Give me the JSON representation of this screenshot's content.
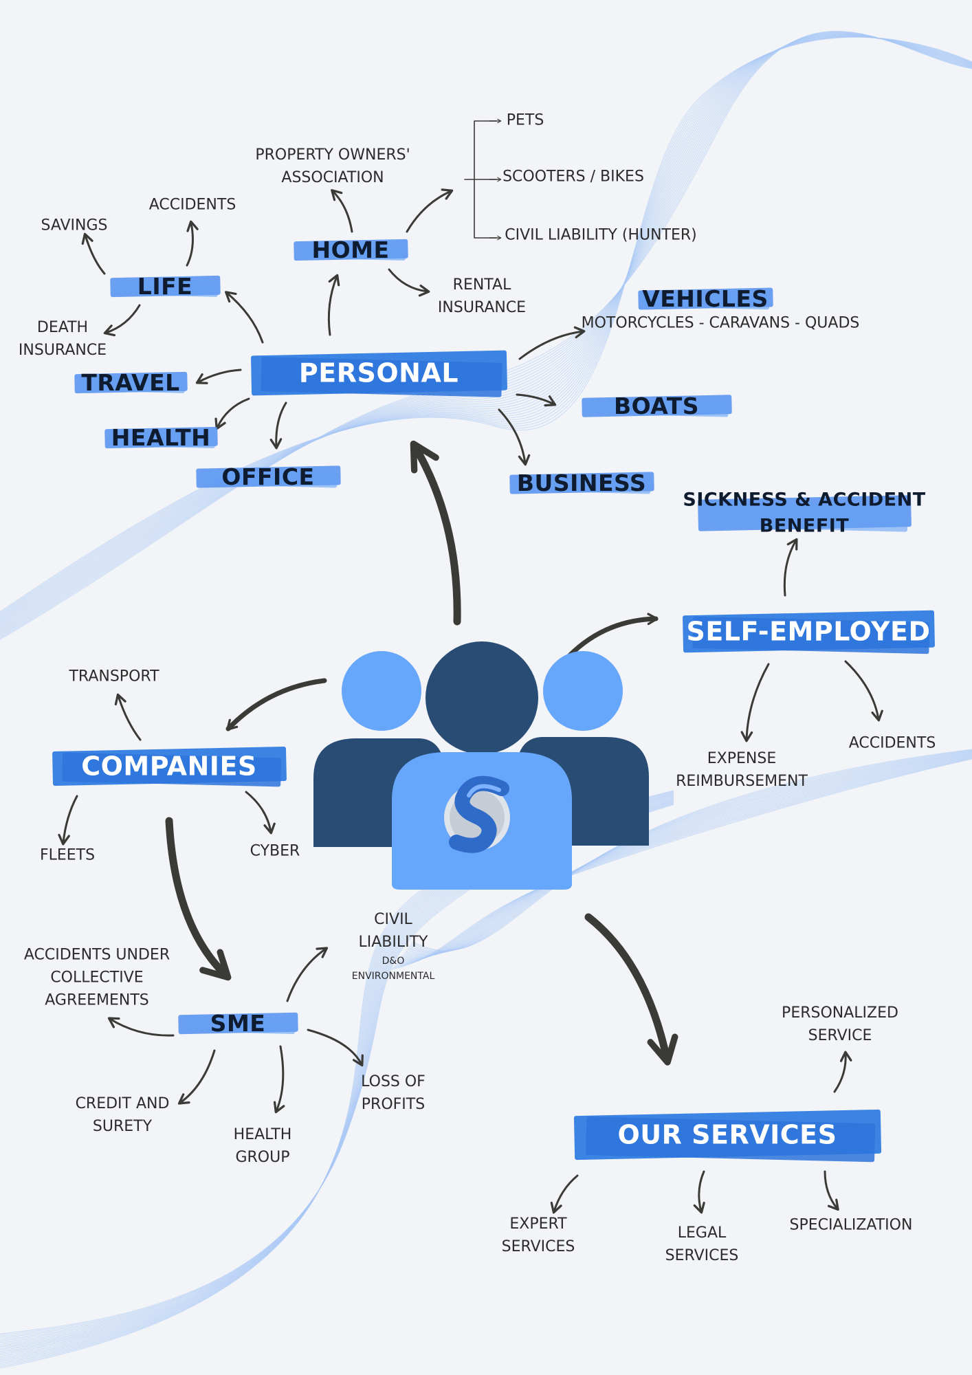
{
  "categories": {
    "personal": "PERSONAL",
    "life": "LIFE",
    "home": "HOME",
    "travel": "TRAVEL",
    "health": "HEALTH",
    "office": "OFFICE",
    "vehicles": "VEHICLES",
    "boats": "BOATS",
    "business": "BUSINESS",
    "self_employed": "SELF-EMPLOYED",
    "sickness_line1": "SICKNESS & ACCIDENT",
    "sickness_line2": "BENEFIT",
    "companies": "COMPANIES",
    "sme": "SME",
    "our_services": "OUR SERVICES"
  },
  "items": {
    "savings": "SAVINGS",
    "life_accidents": "ACCIDENTS",
    "death_line1": "DEATH",
    "death_line2": "INSURANCE",
    "poa_line1": "PROPERTY OWNERS'",
    "poa_line2": "ASSOCIATION",
    "pets": "PETS",
    "scooters": "SCOOTERS / BIKES",
    "civil_hunter": "CIVIL LIABILITY (HUNTER)",
    "rental_line1": "RENTAL",
    "rental_line2": "INSURANCE",
    "vehicles_sub": "MOTORCYCLES - CARAVANS - QUADS",
    "expense_line1": "EXPENSE",
    "expense_line2": "REIMBURSEMENT",
    "se_accidents": "ACCIDENTS",
    "transport": "TRANSPORT",
    "fleets": "FLEETS",
    "cyber": "CYBER",
    "acc_line1": "ACCIDENTS UNDER",
    "acc_line2": "COLLECTIVE",
    "acc_line3": "AGREEMENTS",
    "civil_line1": "CIVIL",
    "civil_line2": "LIABILITY",
    "civil_do": "D&O",
    "civil_env": "ENVIRONMENTAL",
    "credit_line1": "CREDIT AND",
    "credit_line2": "SURETY",
    "health_group_line1": "HEALTH",
    "health_group_line2": "GROUP",
    "lop_line1": "LOSS OF",
    "lop_line2": "PROFITS",
    "personalized_line1": "PERSONALIZED",
    "personalized_line2": "SERVICE",
    "expert_line1": "EXPERT",
    "expert_line2": "SERVICES",
    "legal_line1": "LEGAL",
    "legal_line2": "SERVICES",
    "specialization": "SPECIALIZATION"
  },
  "colors": {
    "background": "#f2f4f7",
    "highlight_light": "#5c96f0",
    "highlight_strong": "#3c84e3",
    "text_dark": "#0f1b2e",
    "arrow": "#3a3a36",
    "people_dark": "#294c75",
    "people_light": "#67a7fb",
    "wave": "#a9c9f5"
  },
  "icons": {
    "center": "people-group-icon",
    "logo": "s-logo-icon"
  }
}
